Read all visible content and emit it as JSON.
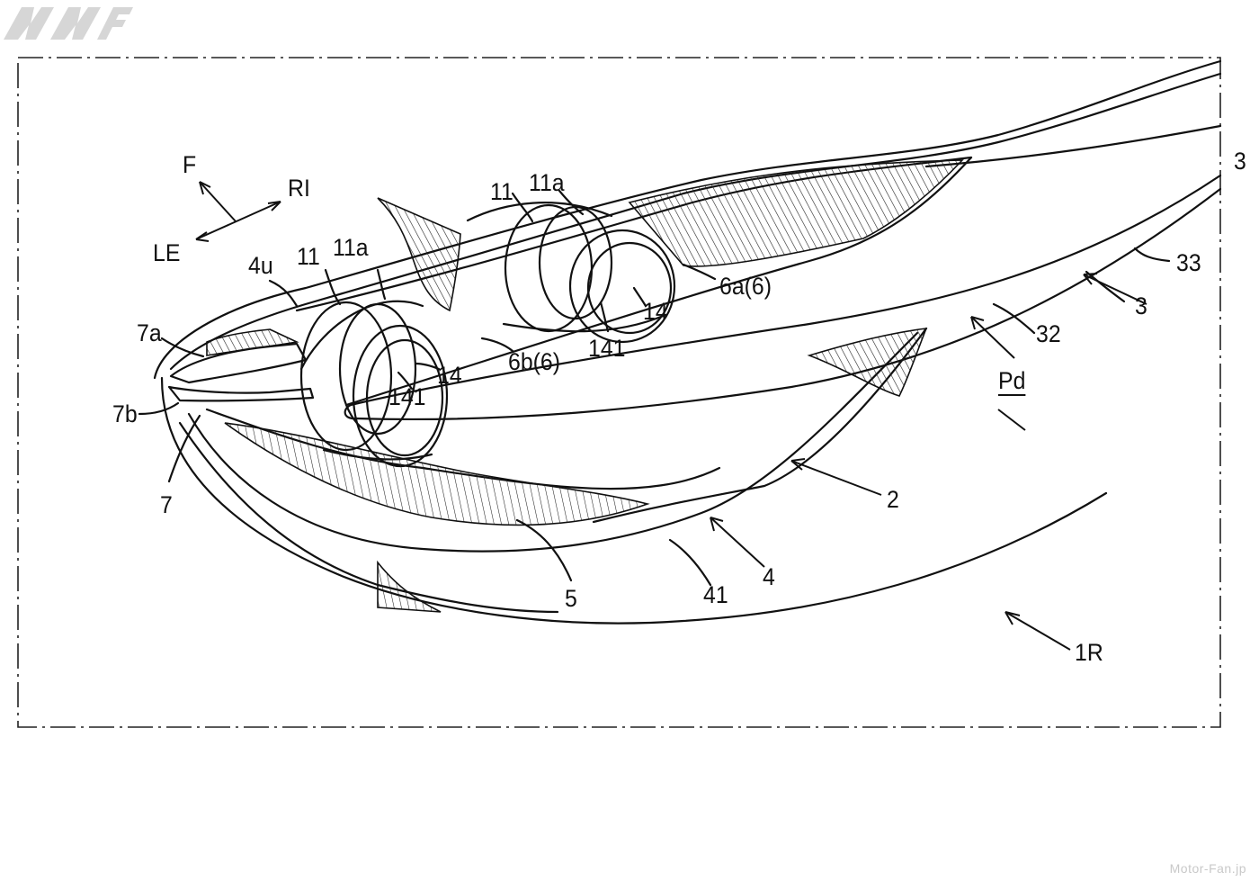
{
  "drawing": {
    "labels": {
      "F": "F",
      "RI": "RI",
      "LE": "LE",
      "4u": "4u",
      "11_left": "11",
      "11a_left": "11a",
      "11_right": "11",
      "11a_right": "11a",
      "3_top": "3",
      "33": "33",
      "6a6": "6a(6)",
      "14_right": "14",
      "141_right": "141",
      "3_mid": "3",
      "32": "32",
      "7a": "7a",
      "6b6": "6b(6)",
      "14_left": "14",
      "141_left": "141",
      "Pd": "Pd",
      "7b": "7b",
      "7": "7",
      "2": "2",
      "4": "4",
      "5": "5",
      "41": "41",
      "1R": "1R"
    }
  },
  "watermark": {
    "text": "Motor-Fan.jp",
    "color": "#c9c9c9"
  }
}
